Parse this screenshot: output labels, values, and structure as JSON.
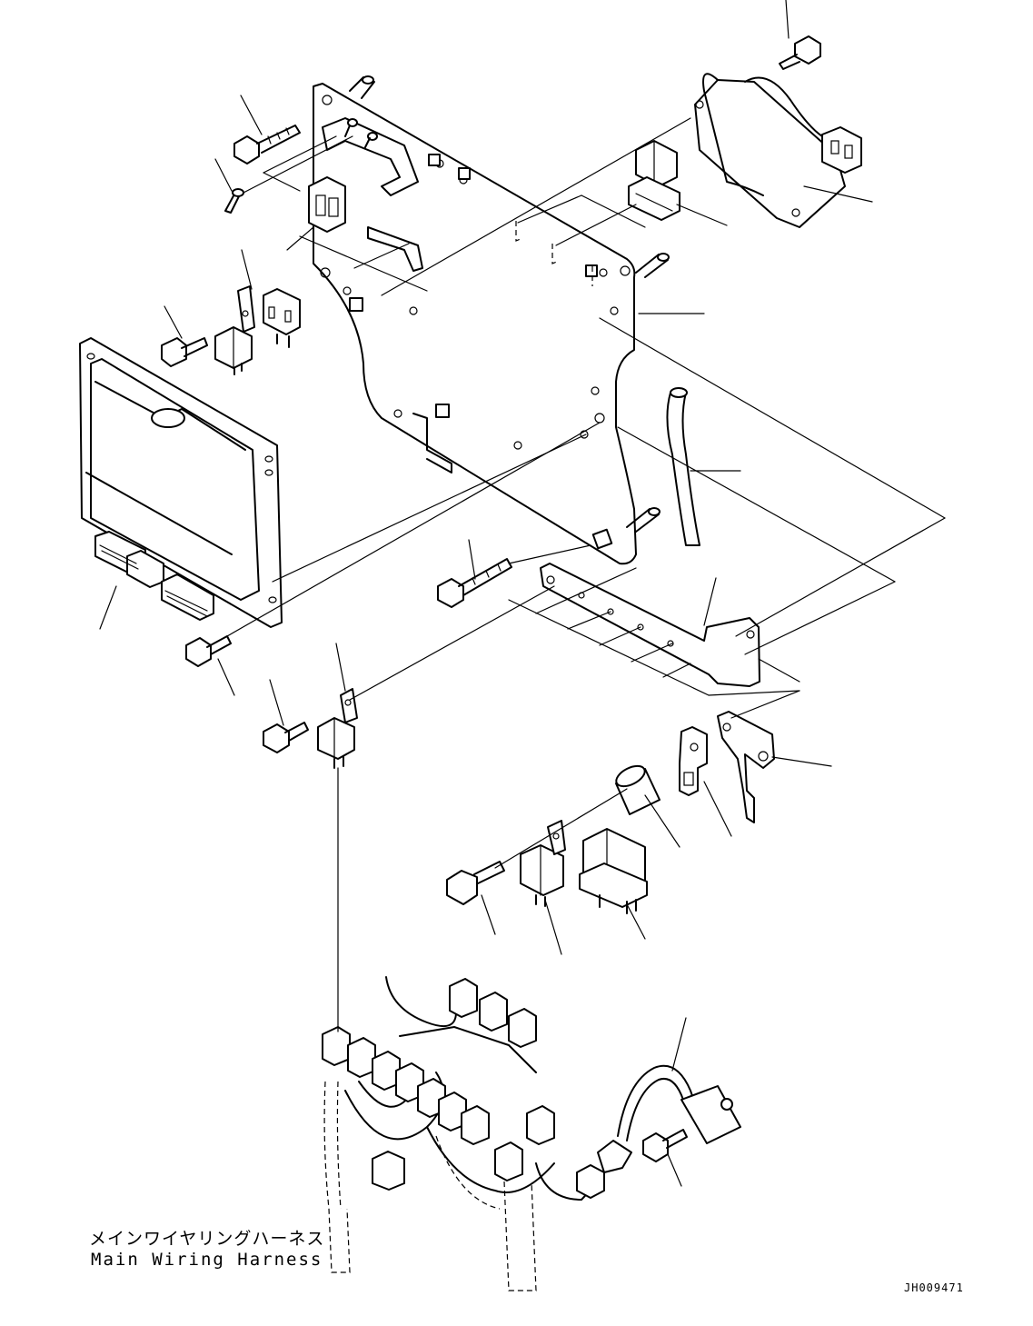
{
  "harness_label": {
    "japanese": "メインワイヤリングハーネス",
    "english": "Main Wiring Harness"
  },
  "drawing_id": "JH009471",
  "icons": [
    "mounting-plate",
    "controller-unit",
    "relay",
    "bolt",
    "bracket",
    "spacer",
    "wiring-harness",
    "connector"
  ]
}
